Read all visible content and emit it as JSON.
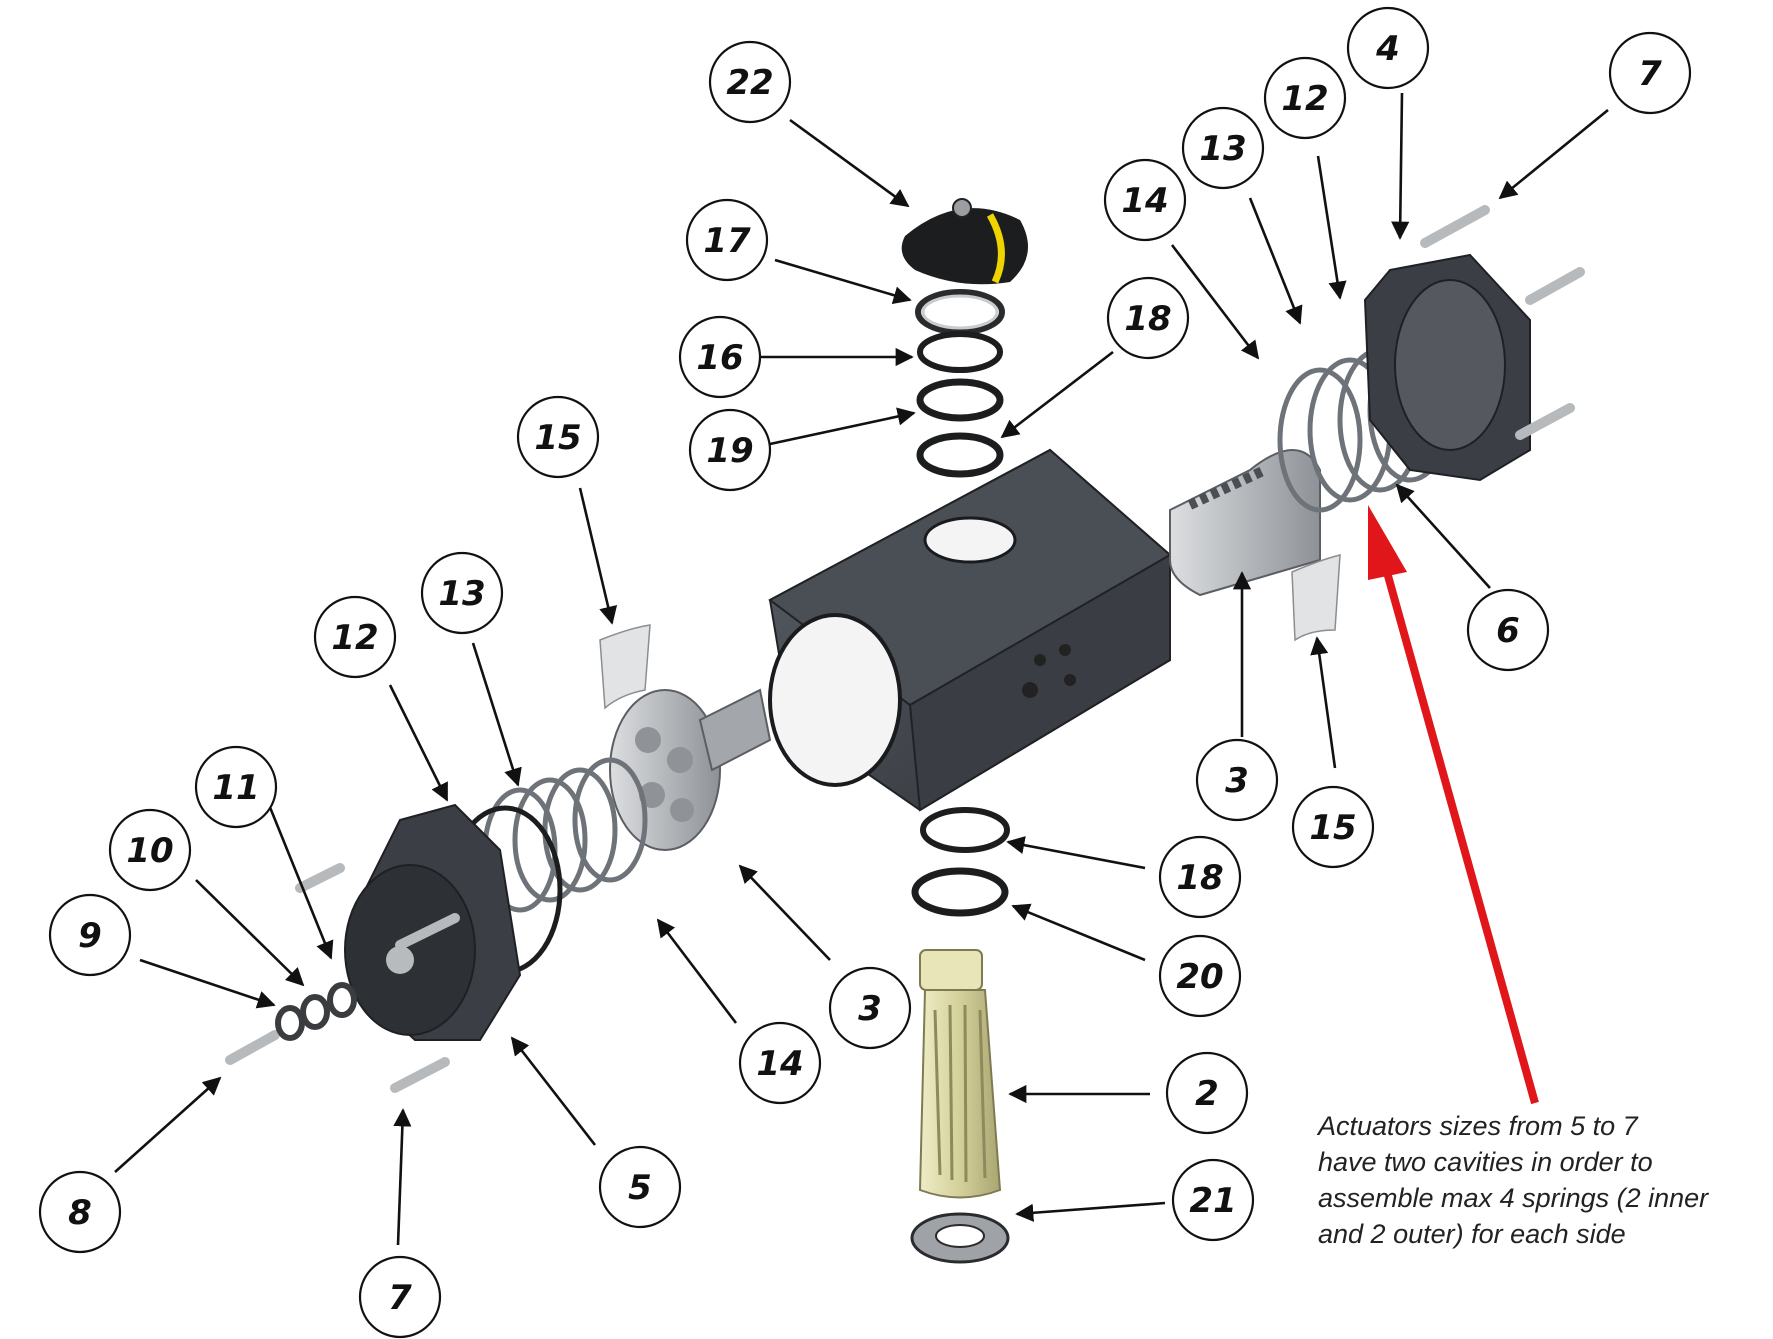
{
  "callouts": [
    {
      "id": "c22a",
      "label": "22"
    },
    {
      "id": "c4",
      "label": "4"
    },
    {
      "id": "c7a",
      "label": "7"
    },
    {
      "id": "c12a",
      "label": "12"
    },
    {
      "id": "c13a",
      "label": "13"
    },
    {
      "id": "c14a",
      "label": "14"
    },
    {
      "id": "c17",
      "label": "17"
    },
    {
      "id": "c18a",
      "label": "18"
    },
    {
      "id": "c16",
      "label": "16"
    },
    {
      "id": "c19",
      "label": "19"
    },
    {
      "id": "c15a",
      "label": "15"
    },
    {
      "id": "c6",
      "label": "6"
    },
    {
      "id": "c13b",
      "label": "13"
    },
    {
      "id": "c12b",
      "label": "12"
    },
    {
      "id": "c3a",
      "label": "3"
    },
    {
      "id": "c15b",
      "label": "15"
    },
    {
      "id": "c11",
      "label": "11"
    },
    {
      "id": "c10",
      "label": "10"
    },
    {
      "id": "c9",
      "label": "9"
    },
    {
      "id": "c18b",
      "label": "18"
    },
    {
      "id": "c20",
      "label": "20"
    },
    {
      "id": "c3b",
      "label": "3"
    },
    {
      "id": "c14b",
      "label": "14"
    },
    {
      "id": "c2",
      "label": "2"
    },
    {
      "id": "c8",
      "label": "8"
    },
    {
      "id": "c5",
      "label": "5"
    },
    {
      "id": "c21",
      "label": "21"
    },
    {
      "id": "c7b",
      "label": "7"
    }
  ],
  "note": {
    "lines": [
      "Actuators sizes from 5 to 7",
      "have two cavities in order to",
      "assemble max 4 springs (2 inner",
      "and 2 outer) for each side"
    ]
  },
  "colors": {
    "body": "#3b3f45",
    "body_light": "#5a5f66",
    "spring": "#6e7379",
    "piston": "#b9bcc0",
    "indicator_yellow": "#f0d400",
    "shaft": "#d9d7a8",
    "highlight_arrow": "#e0161b"
  }
}
